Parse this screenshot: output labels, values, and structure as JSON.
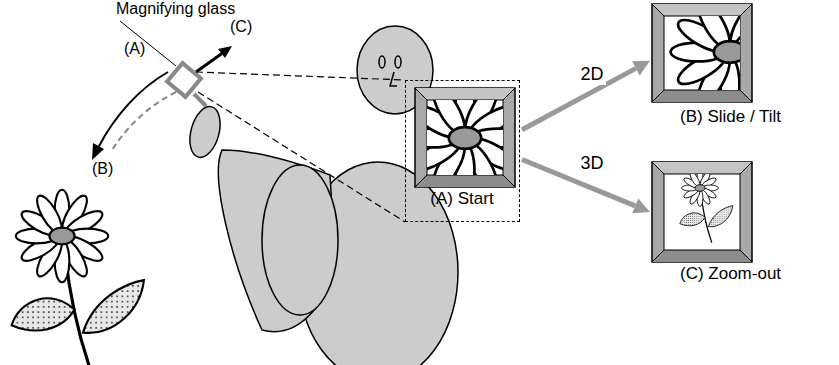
{
  "diagram": {
    "nodes": [
      {
        "text": [
          "(A) Start"
        ]
      },
      {
        "text": [
          "(B) Slide / Tilt"
        ]
      },
      {
        "text": [
          "(C) Zoom-out"
        ]
      }
    ],
    "edges": [
      {
        "from": 0,
        "to": 1,
        "label": "2D",
        "arrow": "to"
      },
      {
        "from": 0,
        "to": 2,
        "label": "3D",
        "arrow": "to"
      }
    ],
    "labels": [
      "Magnifying glass",
      "(A)",
      "(C)",
      "(B)"
    ]
  }
}
